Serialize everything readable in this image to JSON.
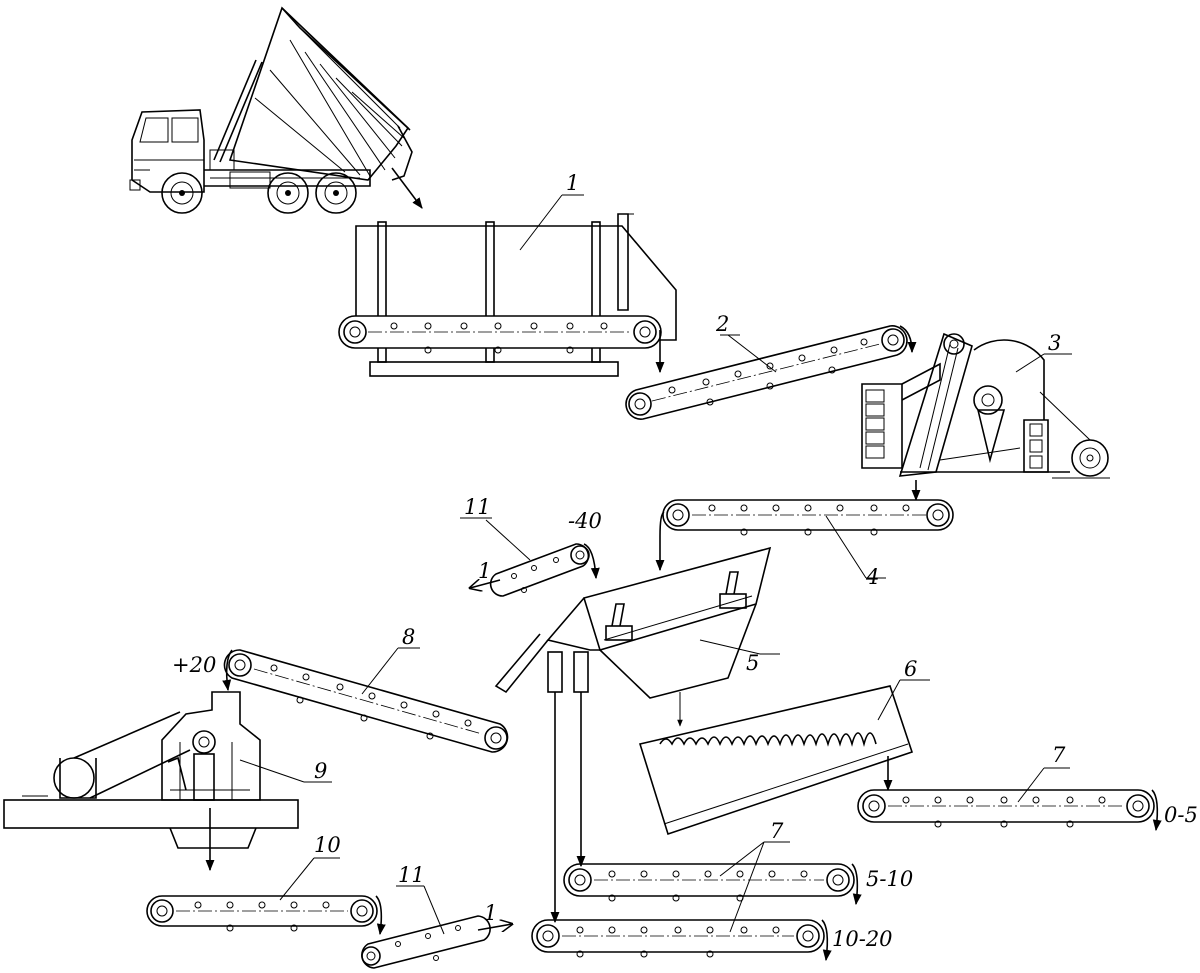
{
  "labels": {
    "feeder": "1",
    "conveyor_2": "2",
    "jaw_crusher": "3",
    "conveyor_4": "4",
    "screen": "5",
    "classifier": "6",
    "conveyor_7a": "7",
    "conveyor_7b": "7",
    "conveyor_8": "8",
    "crusher_9": "9",
    "conveyor_10": "10",
    "conveyor_11_top": "11",
    "conveyor_11_bottom": "11",
    "to_1_top": "1",
    "to_1_bottom": "1"
  },
  "fractions": {
    "minus_40": "-40",
    "plus_20": "+20",
    "f_0_5": "0-5",
    "f_5_10": "5-10",
    "f_10_20": "10-20"
  }
}
